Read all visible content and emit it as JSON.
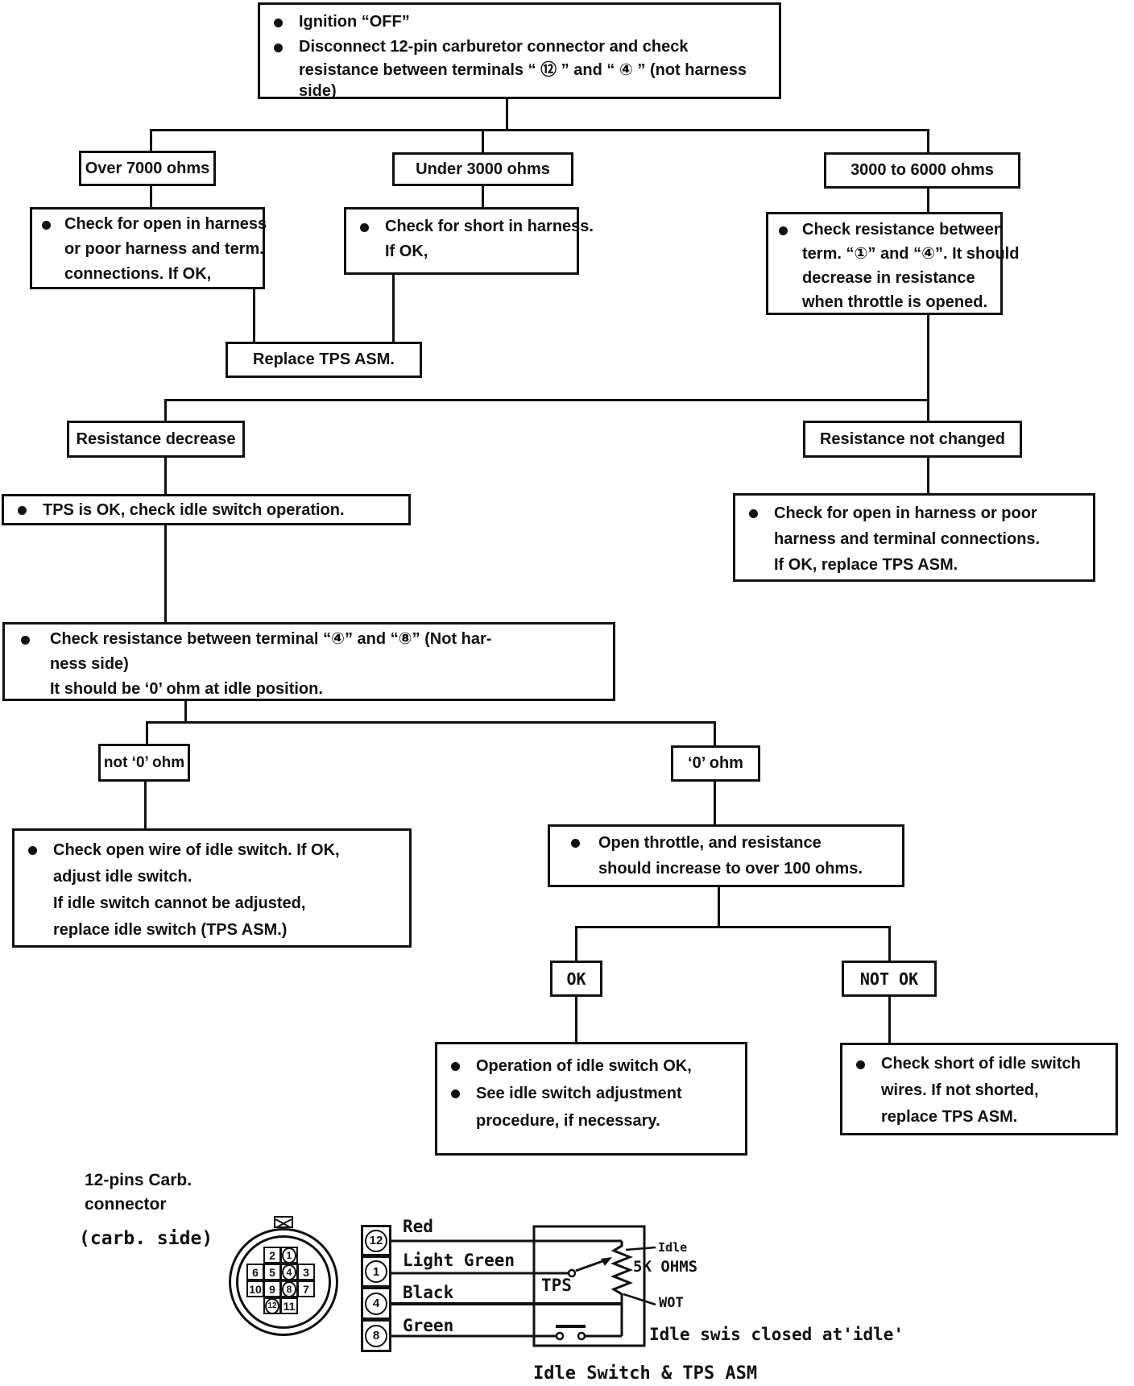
{
  "colors": {
    "ink": "#111111",
    "paper": "#ffffff"
  },
  "flow": {
    "start": {
      "lines": [
        "Ignition “OFF”",
        "Disconnect 12-pin carburetor connector and check",
        "resistance between terminals “ ⑫ ” and “ ④ ” (not harness",
        "side)"
      ]
    },
    "over7000": {
      "label": "Over 7000 ohms"
    },
    "under3000": {
      "label": "Under 3000 ohms"
    },
    "mid3000": {
      "label": "3000 to 6000 ohms"
    },
    "openHarness": {
      "lines": [
        "Check for open in harness",
        "or poor harness and term.",
        "connections. If OK,"
      ]
    },
    "shortHarness": {
      "lines": [
        "Check for short in harness.",
        "If OK,"
      ]
    },
    "check14": {
      "lines": [
        "Check resistance between",
        "term. “①” and “④”. It should",
        "decrease in resistance",
        "when throttle is opened."
      ]
    },
    "replaceTps": {
      "label": "Replace TPS ASM."
    },
    "resDecrease": {
      "label": "Resistance decrease"
    },
    "resNotChanged": {
      "label": "Resistance not changed"
    },
    "tpsOk": {
      "lines": [
        "TPS is OK, check idle switch operation."
      ]
    },
    "openHarness2": {
      "lines": [
        "Check for open in harness or poor",
        "harness and terminal connections.",
        "If OK, replace TPS ASM."
      ]
    },
    "check48": {
      "lines": [
        "Check resistance between terminal “④” and “⑧” (Not har-",
        "ness side)",
        "It should be ‘0’ ohm at idle position."
      ]
    },
    "not0": {
      "label": "not ‘0’ ohm"
    },
    "zero0": {
      "label": "‘0’ ohm"
    },
    "openWire": {
      "lines": [
        "Check open wire of idle switch. If OK,",
        "adjust idle switch.",
        "If idle switch cannot be adjusted,",
        "replace idle switch (TPS ASM.)"
      ]
    },
    "openThrottle": {
      "lines": [
        "Open throttle, and resistance",
        "should increase to over 100 ohms."
      ]
    },
    "ok": {
      "label": "OK"
    },
    "notOk": {
      "label": "NOT OK"
    },
    "opIdleOk": {
      "lines": [
        "Operation of idle switch OK,",
        "See idle switch adjustment",
        "procedure, if necessary."
      ]
    },
    "checkShort": {
      "lines": [
        "Check short of idle switch",
        "wires.  If not shorted,",
        "replace TPS ASM."
      ]
    }
  },
  "diagram": {
    "connector_title_1": "12-pins Carb.",
    "connector_title_2": "connector",
    "side_label": "(carb. side)",
    "pins": {
      "r1": [
        "2",
        "1"
      ],
      "r2": [
        "6",
        "5",
        "4",
        "3"
      ],
      "r3": [
        "10",
        "9",
        "8",
        "7"
      ],
      "r4": [
        "12",
        "11"
      ]
    },
    "terminals": [
      "12",
      "1",
      "4",
      "8"
    ],
    "wires": [
      "Red",
      "Light Green",
      "Black",
      "Green"
    ],
    "tps": "TPS",
    "idle": "Idle",
    "ohms": "5K OHMS",
    "wot": "WOT",
    "note": "Idle swis closed at'idle'",
    "caption": "Idle Switch & TPS ASM"
  }
}
